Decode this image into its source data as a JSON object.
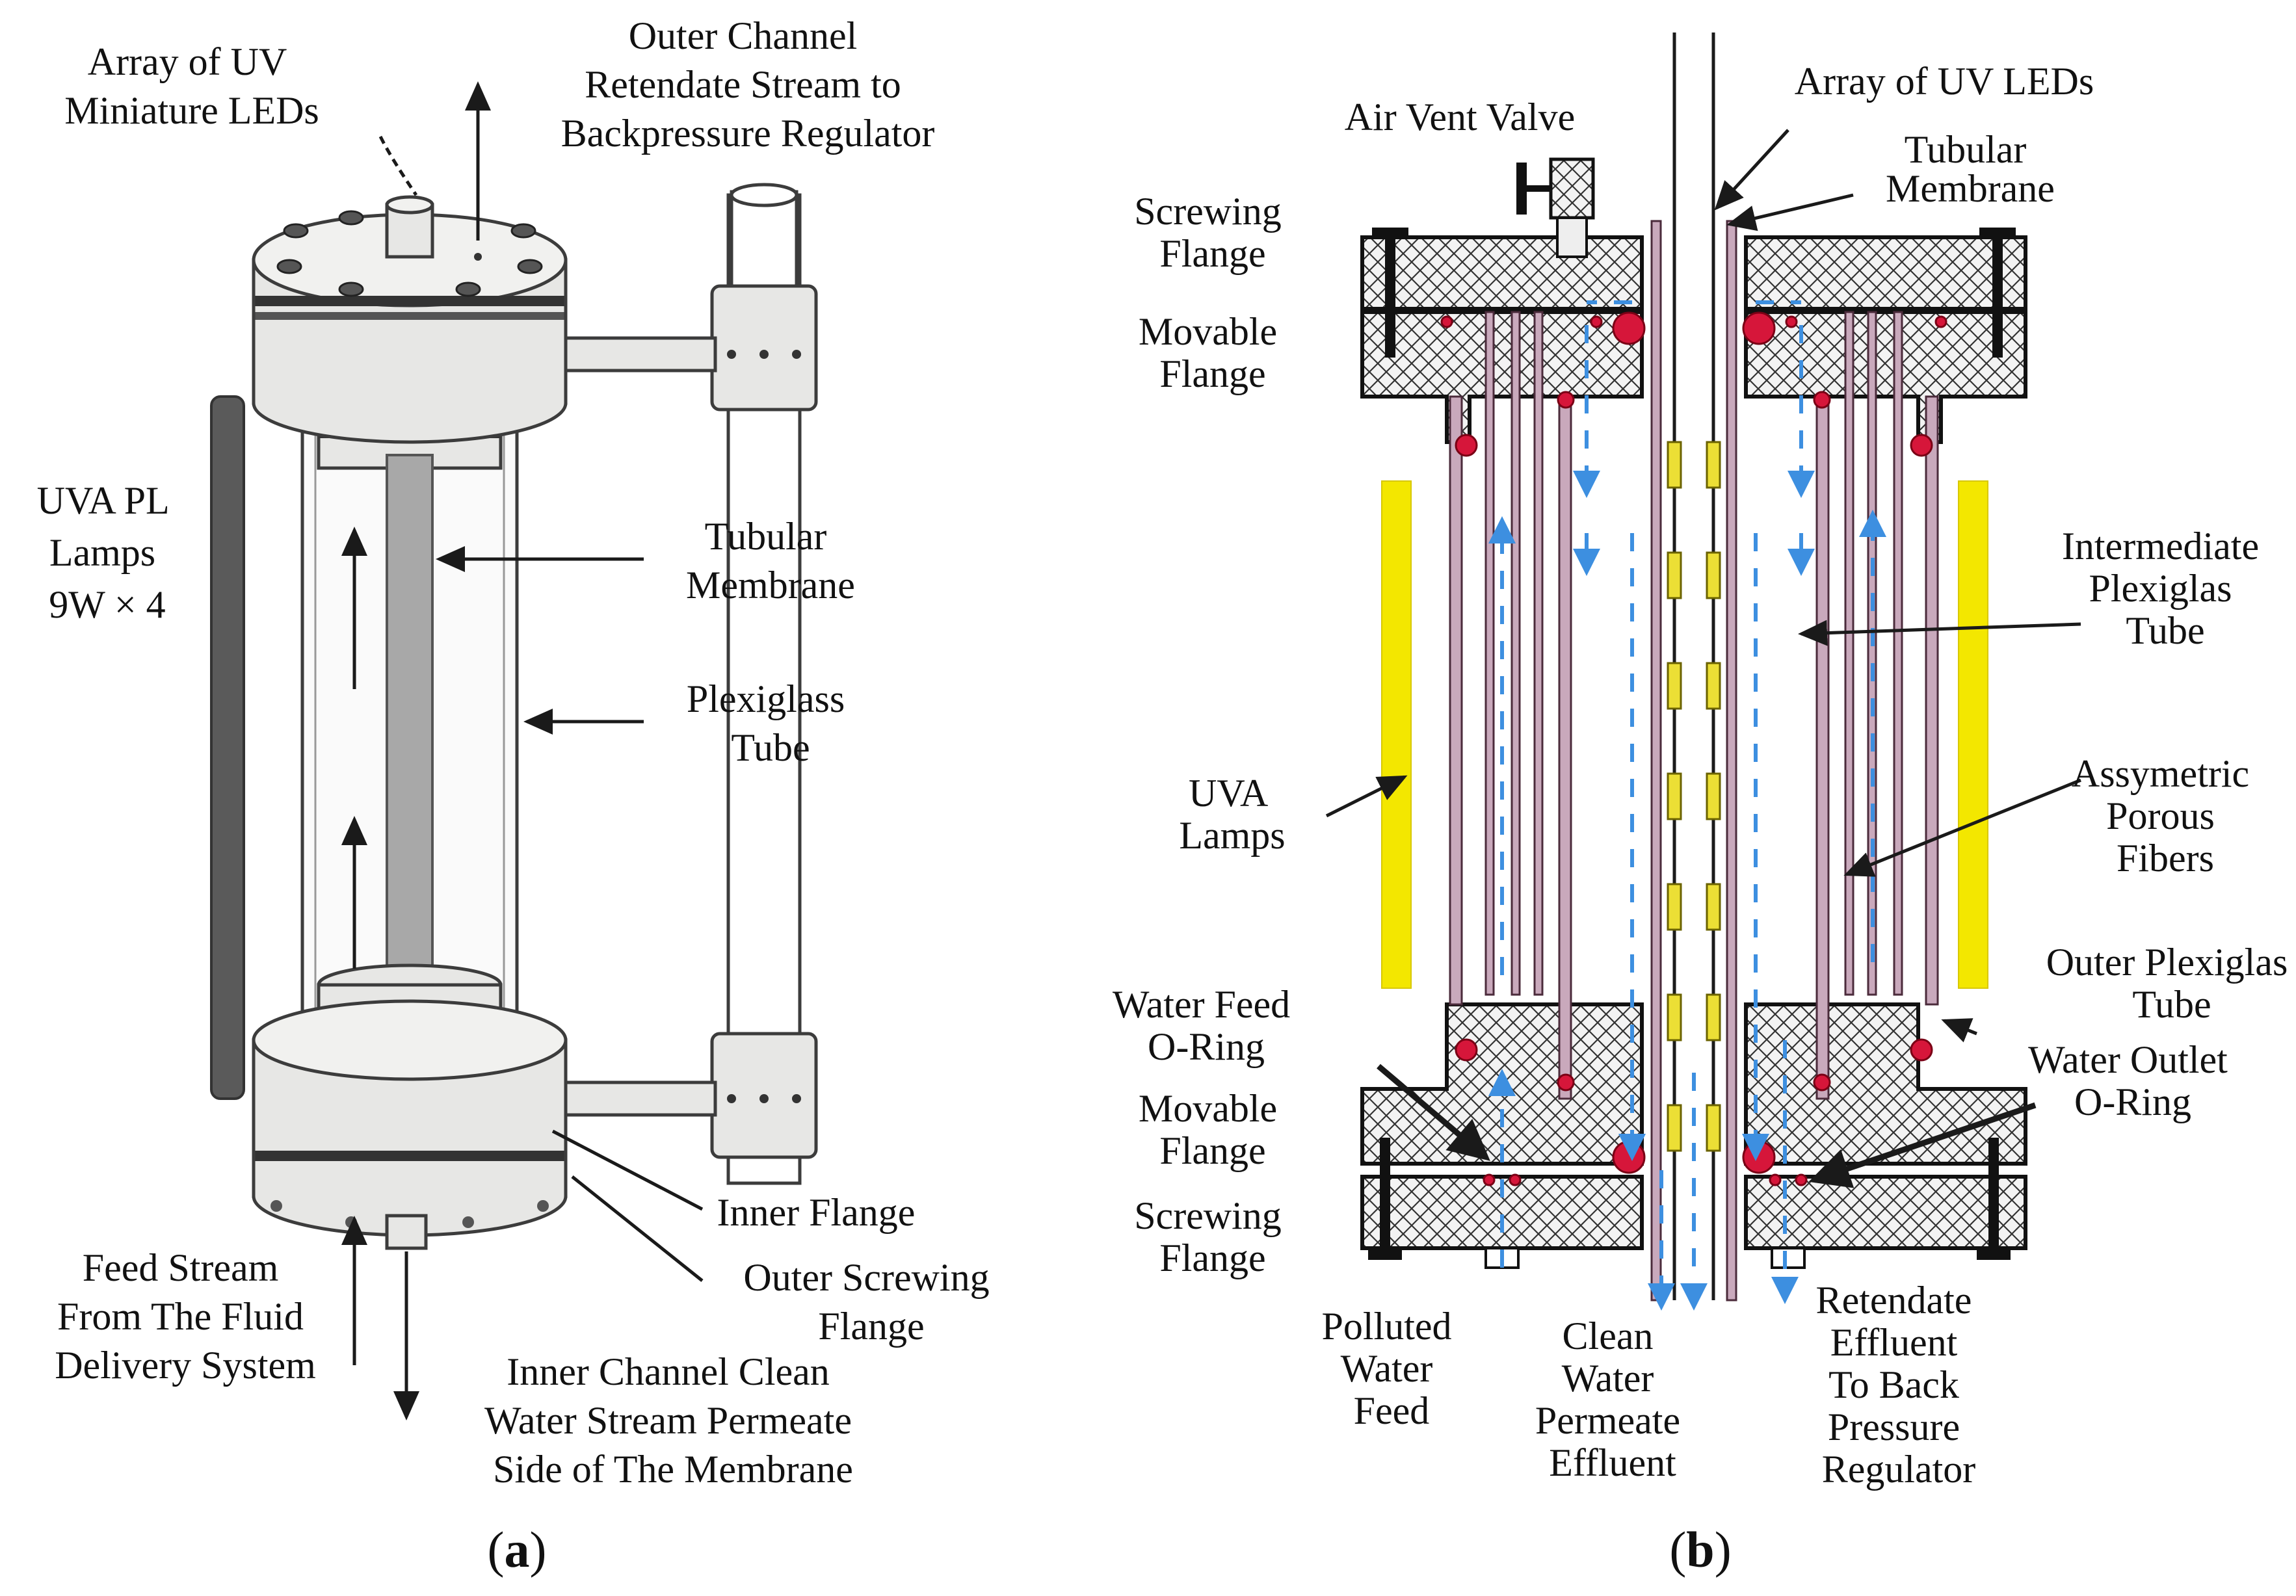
{
  "panel_a": {
    "caption": "(a)",
    "caption_letter": "a",
    "labels": {
      "led_array": [
        "Array of UV",
        "Miniature LEDs"
      ],
      "outer_channel": [
        "Outer Channel",
        "Retendate Stream to",
        "Backpressure Regulator"
      ],
      "uva_lamps": [
        "UVA PL",
        "Lamps",
        "9W × 4"
      ],
      "tubular_membrane": [
        "Tubular",
        "Membrane"
      ],
      "plexiglass_tube": [
        "Plexiglass",
        "Tube"
      ],
      "inner_flange": "Inner Flange",
      "outer_screwing_flange": [
        "Outer Screwing",
        "Flange"
      ],
      "feed_stream": [
        "Feed Stream",
        "From The Fluid",
        "Delivery System"
      ],
      "inner_channel": [
        "Inner Channel Clean",
        "Water Stream Permeate",
        "Side of The Membrane"
      ]
    }
  },
  "panel_b": {
    "caption": "(b)",
    "caption_letter": "b",
    "labels": {
      "air_vent_valve": "Air Vent Valve",
      "led_array": "Array of UV LEDs",
      "tubular_membrane": [
        "Tubular",
        "Membrane"
      ],
      "screwing_flange_top": [
        "Screwing",
        "Flange"
      ],
      "movable_flange_top": [
        "Movable",
        "Flange"
      ],
      "intermediate_tube": [
        "Intermediate",
        "Plexiglas",
        "Tube"
      ],
      "uva_lamps": [
        "UVA",
        "Lamps"
      ],
      "porous_fibers": [
        "Assymetric",
        "Porous",
        "Fibers"
      ],
      "outer_tube": [
        "Outer Plexiglas",
        "Tube"
      ],
      "water_feed_oring": [
        "Water Feed",
        "O-Ring"
      ],
      "water_outlet_oring": [
        "Water Outlet",
        "O-Ring"
      ],
      "movable_flange_bottom": [
        "Movable",
        "Flange"
      ],
      "screwing_flange_bottom": [
        "Screwing",
        "Flange"
      ],
      "polluted_feed": [
        "Polluted",
        "Water",
        "Feed"
      ],
      "clean_permeate": [
        "Clean",
        "Water",
        "Permeate",
        "Effluent"
      ],
      "retendate_effluent": [
        "Retendate",
        "Effluent",
        "To Back",
        "Pressure",
        "Regulator"
      ]
    }
  },
  "colors": {
    "flow_arrows": "#3d8fe0",
    "o_rings": "#d6163a",
    "uva_lamps": "#f3e700",
    "leds": "#ecdf35",
    "tube_walls": "#c9a9bc"
  }
}
